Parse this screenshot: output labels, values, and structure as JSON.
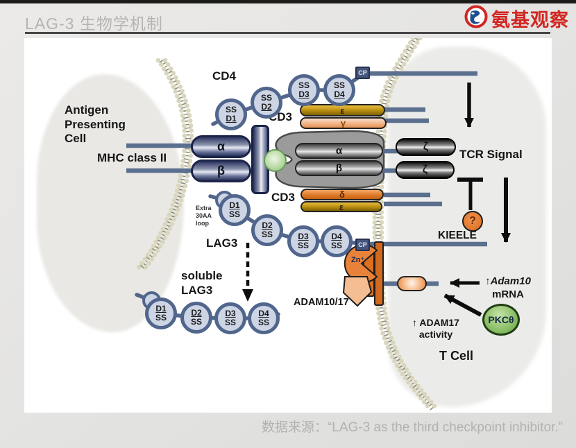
{
  "header": {
    "title": "LAG-3 生物学机制",
    "brand": "氨基观察"
  },
  "footer": {
    "source": "数据来源：“LAG-3 as the third checkpoint inhibitor.”"
  },
  "cells": {
    "apc": "Antigen\nPresenting\nCell",
    "t_cell": "T Cell"
  },
  "mhc": {
    "label": "MHC class II",
    "alpha": "α",
    "beta": "β"
  },
  "tcr": {
    "alpha": "α",
    "beta": "β",
    "zeta1": "ζ",
    "zeta2": "ζ",
    "signal": "TCR Signal"
  },
  "cd3": {
    "top_label": "CD3",
    "bottom_label": "CD3",
    "epsilon_top": "ε",
    "gamma": "γ",
    "delta": "δ",
    "epsilon_bottom": "ε"
  },
  "cd4": {
    "label": "CD4",
    "cp": "CP",
    "domains": [
      {
        "ss": "SS",
        "d": "D1"
      },
      {
        "ss": "SS",
        "d": "D2"
      },
      {
        "ss": "SS",
        "d": "D3"
      },
      {
        "ss": "SS",
        "d": "D4"
      }
    ]
  },
  "lag3": {
    "label": "LAG3",
    "cp": "CP",
    "extra_loop": "Extra\n30AA\nloop",
    "domains": [
      {
        "d": "D1",
        "ss": "SS"
      },
      {
        "d": "D2",
        "ss": "SS"
      },
      {
        "d": "D3",
        "ss": "SS"
      },
      {
        "d": "D4",
        "ss": "SS"
      }
    ]
  },
  "soluble_lag3": {
    "label": "soluble\nLAG3",
    "domains": [
      {
        "d": "D1",
        "ss": "SS"
      },
      {
        "d": "D2",
        "ss": "SS"
      },
      {
        "d": "D3",
        "ss": "SS"
      },
      {
        "d": "D4",
        "ss": "SS"
      }
    ]
  },
  "signaling": {
    "kieele": "KIEELE",
    "question_mark": "?",
    "adam10_arrow": "↑",
    "adam10_gene": "Adam10",
    "adam10_line2": "mRNA",
    "adam17_text": "↑ ADAM17\nactivity",
    "pkc": "PKCθ"
  },
  "adam": {
    "label": "ADAM10/17",
    "zn": "Zn⁺"
  },
  "colors": {
    "brand_red": "#d22722",
    "slate_line": "#5b6f8e",
    "loop_fill": "#cdd5e5",
    "navy": "#1b2348",
    "gold": "#c79a18",
    "orange": "#e8823a",
    "peach": "#eda26a",
    "peptide_green": "#9cc98a",
    "pkc_green": "#7fb75a"
  }
}
